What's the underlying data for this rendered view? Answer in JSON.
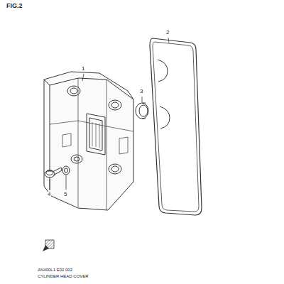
{
  "diagram": {
    "labels": [
      "FIG.2",
      "1",
      "2",
      "3",
      "4",
      "5",
      "AN400L1 E02 002",
      "CYLINDER HEAD COVER"
    ]
  }
}
